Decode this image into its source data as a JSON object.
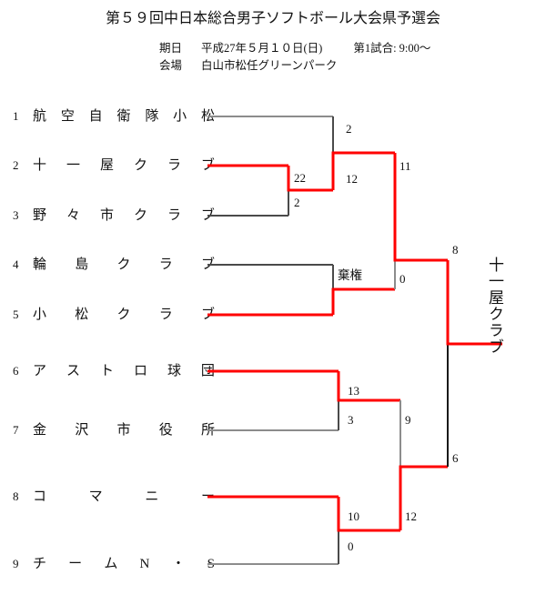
{
  "header": {
    "title": "第５９回中日本総合男子ソフトボール大会県予選会",
    "date_label": "期日",
    "date_value": "平成27年５月１０日(日)",
    "first_game": "第1試合: 9:00〜",
    "venue_label": "会場",
    "venue_value": "白山市松任グリーンパーク"
  },
  "colors": {
    "winner_line": "#ff0000",
    "loser_line": "#808080",
    "neutral_line": "#333333",
    "text": "#111111"
  },
  "champion": {
    "name": "十一屋クラブ",
    "chars": [
      "十",
      "一",
      "屋",
      "ク",
      "ラ",
      "ブ"
    ]
  },
  "teams": [
    {
      "seed": "1",
      "name": "航空自衛隊小松",
      "chars": [
        "航",
        "空",
        "自",
        "衛",
        "隊",
        "小",
        "松"
      ]
    },
    {
      "seed": "2",
      "name": "十一屋クラブ",
      "chars": [
        "十",
        "一",
        "屋",
        "ク",
        "ラ",
        "ブ"
      ]
    },
    {
      "seed": "3",
      "name": "野々市クラブ",
      "chars": [
        "野",
        "々",
        "市",
        "ク",
        "ラ",
        "ブ"
      ]
    },
    {
      "seed": "4",
      "name": "輪島クラブ",
      "chars": [
        "輪",
        "島",
        "ク",
        "ラ",
        "ブ"
      ]
    },
    {
      "seed": "5",
      "name": "小松クラブ",
      "chars": [
        "小",
        "松",
        "ク",
        "ラ",
        "ブ"
      ]
    },
    {
      "seed": "6",
      "name": "アストロ球団",
      "chars": [
        "ア",
        "ス",
        "ト",
        "ロ",
        "球",
        "団"
      ]
    },
    {
      "seed": "7",
      "name": "金沢市役所",
      "chars": [
        "金",
        "沢",
        "市",
        "役",
        "所"
      ]
    },
    {
      "seed": "8",
      "name": "コマニー",
      "chars": [
        "コ",
        "マ",
        "ニ",
        "ー"
      ]
    },
    {
      "seed": "9",
      "name": "チームN・S",
      "chars": [
        "チ",
        "ー",
        "ム",
        "N",
        "・",
        "S"
      ]
    }
  ],
  "chart_data": {
    "type": "bracket",
    "title": "第５９回中日本総合男子ソフトボール大会県予選会",
    "entrants": 9,
    "champion": "十一屋クラブ",
    "matches": [
      {
        "round": 1,
        "id": "r1-m1",
        "top": "十一屋クラブ",
        "bottom": "野々市クラブ",
        "top_score": "22",
        "bottom_score": "2",
        "winner": "top"
      },
      {
        "round": 2,
        "id": "r2-m1",
        "top": "航空自衛隊小松",
        "bottom": "十一屋クラブ",
        "top_score": "2",
        "bottom_score": "12",
        "winner": "bottom"
      },
      {
        "round": 2,
        "id": "r2-m2",
        "top": "輪島クラブ",
        "bottom": "小松クラブ",
        "top_score": "棄権",
        "bottom_score": "",
        "winner": "bottom",
        "note": "棄権"
      },
      {
        "round": 2,
        "id": "r2-m3",
        "top": "アストロ球団",
        "bottom": "金沢市役所",
        "top_score": "13",
        "bottom_score": "3",
        "winner": "top"
      },
      {
        "round": 2,
        "id": "r2-m4",
        "top": "コマニー",
        "bottom": "チームN・S",
        "top_score": "10",
        "bottom_score": "0",
        "winner": "top"
      },
      {
        "round": 3,
        "id": "r3-m1",
        "top": "十一屋クラブ",
        "bottom": "小松クラブ",
        "top_score": "11",
        "bottom_score": "0",
        "winner": "top"
      },
      {
        "round": 3,
        "id": "r3-m2",
        "top": "アストロ球団",
        "bottom": "コマニー",
        "top_score": "9",
        "bottom_score": "12",
        "winner": "bottom"
      },
      {
        "round": 4,
        "id": "final",
        "top": "十一屋クラブ",
        "bottom": "コマニー",
        "top_score": "8",
        "bottom_score": "6",
        "winner": "top"
      }
    ]
  },
  "scores": {
    "r1_m1_top": "22",
    "r1_m1_bottom": "2",
    "r2_m1_top": "2",
    "r2_m1_bottom": "12",
    "r2_m2_top": "棄権",
    "r2_m3_top": "13",
    "r2_m3_bottom": "3",
    "r2_m4_top": "10",
    "r2_m4_bottom": "0",
    "r3_m1_top": "11",
    "r3_m1_bottom": "0",
    "r3_m2_top": "9",
    "r3_m2_bottom": "12",
    "final_top": "8",
    "final_bottom": "6"
  }
}
